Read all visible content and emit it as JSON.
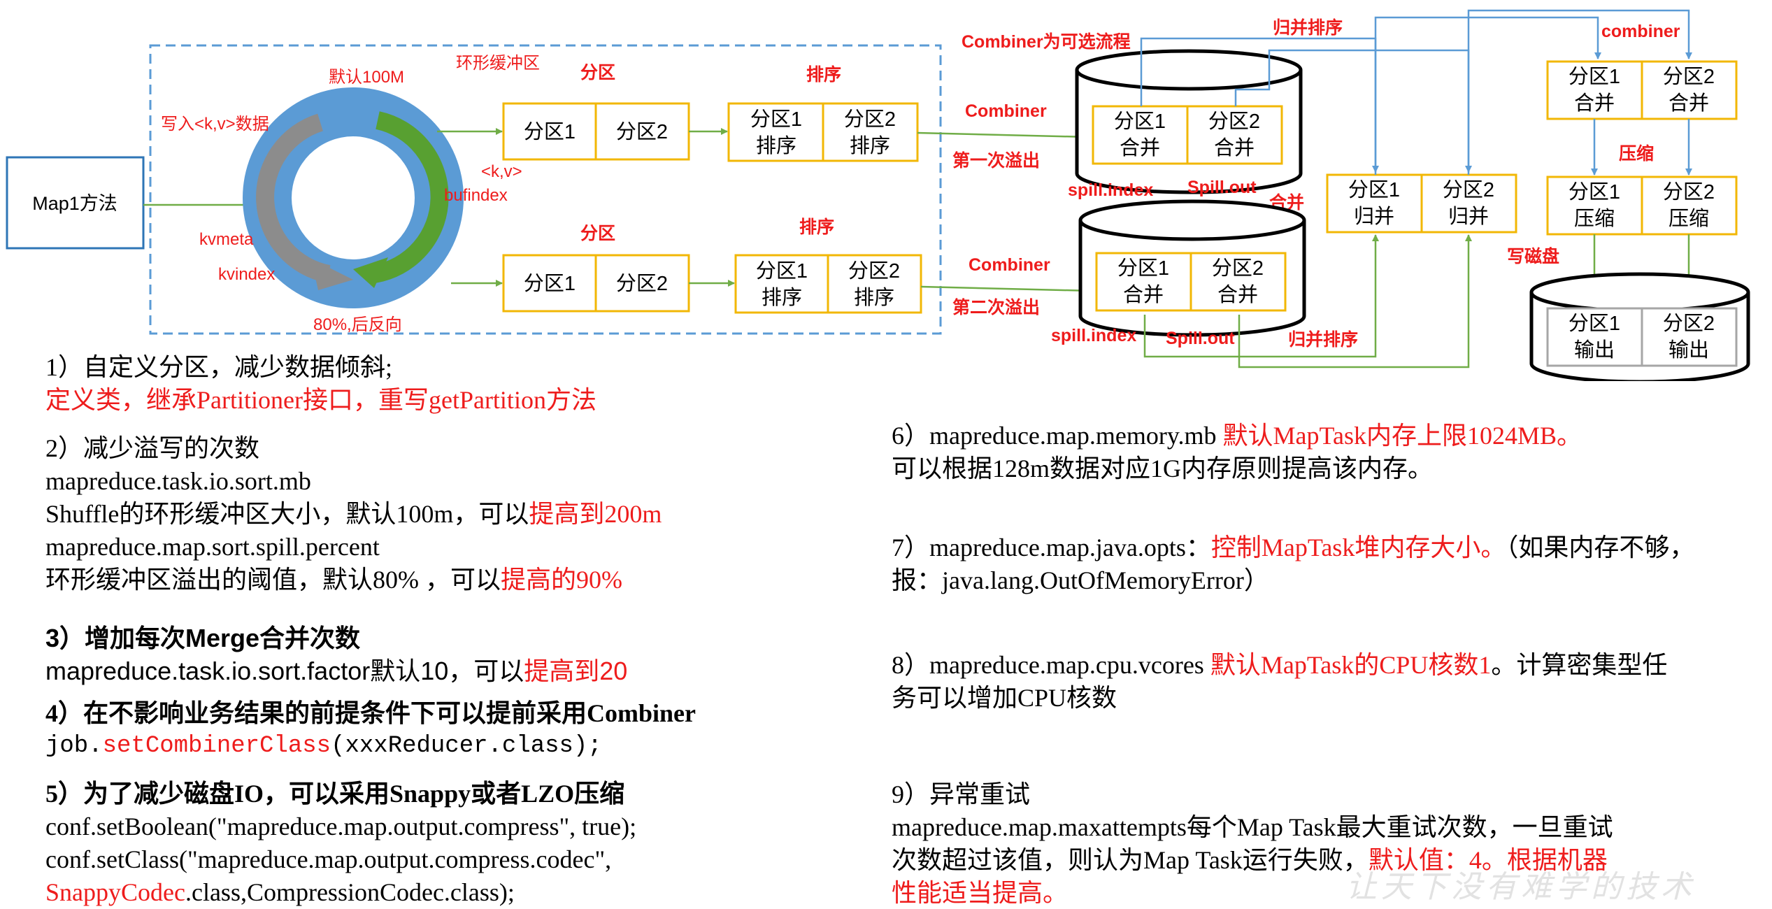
{
  "diagram": {
    "map_method": "Map1方法",
    "write_kv": "写入<k,v>数据",
    "default_100m": "默认100M",
    "ring_buffer": "环形缓冲区",
    "kvmeta": "kvmeta",
    "kvindex": "kvindex",
    "kv_label": "<k,v>",
    "bufindex": "bufindex",
    "pct_reverse": "80%,后反向",
    "partition": "分区",
    "sort": "排序",
    "p1": "分区1",
    "p2": "分区2",
    "sort_line2": "排序",
    "merge_line2": "合并",
    "guibing_line2": "归并",
    "compress_line2": "压缩",
    "output_line2": "输出",
    "combiner_optional": "Combiner为可选流程",
    "combiner": "Combiner",
    "first_spill": "第一次溢出",
    "second_spill": "第二次溢出",
    "spill_index": "spill.index",
    "spill_out1": "Spill.out",
    "spill_index2": "spill.index",
    "spill_out2": "Spill.out",
    "merge": "合并",
    "merge_sort_top": "归并排序",
    "merge_sort_bottom": "归并排序",
    "combiner_lower": "combiner",
    "compress": "压缩",
    "write_disk": "写磁盘"
  },
  "notes": {
    "n1_title": "1）自定义分区，减少数据倾斜;",
    "n1_red": "定义类，继承Partitioner接口，重写getPartition方法",
    "n2_title": "2）减少溢写的次数",
    "n2_l1": "mapreduce.task.io.sort.mb",
    "n2_l2a": "Shuffle的环形缓冲区大小，默认100m，可以",
    "n2_l2b": "提高到200m",
    "n2_l3": "mapreduce.map.sort.spill.percent",
    "n2_l4a": "环形缓冲区溢出的阈值，默认80% ，可以",
    "n2_l4b": "提高的90%",
    "n3_title": "3）增加每次Merge合并次数",
    "n3_la": "mapreduce.task.io.sort.factor默认10，可以",
    "n3_lb": "提高到20",
    "n4_title": "4）在不影响业务结果的前提条件下可以提前采用Combiner",
    "n4_a": "job.",
    "n4_b": "setCombinerClass",
    "n4_c": "(xxxReducer.class);",
    "n5_title": "5）为了减少磁盘IO，可以采用Snappy或者LZO压缩",
    "n5_l1": "conf.setBoolean(\"mapreduce.map.output.compress\", true);",
    "n5_l2": "conf.setClass(\"mapreduce.map.output.compress.codec\",",
    "n5_l3a": "SnappyCodec",
    "n5_l3b": ".class,CompressionCodec.class);",
    "n6_a": "6）mapreduce.map.memory.mb",
    "n6_b": "默认MapTask内存上限1024MB。",
    "n6_l2": "可以根据128m数据对应1G内存原则提高该内存。",
    "n7_a": "7）mapreduce.map.java.opts：",
    "n7_b": "控制MapTask堆内存大小。",
    "n7_c": "（如果内存不够，",
    "n7_l2": "报：java.lang.OutOfMemoryError）",
    "n8_a": "8）mapreduce.map.cpu.vcores",
    "n8_b": "默认MapTask的CPU核数1",
    "n8_c": "。计算密集型任",
    "n8_l2": "务可以增加CPU核数",
    "n9_title": "9）异常重试",
    "n9_l1": "mapreduce.map.maxattempts每个Map Task最大重试次数，一旦重试",
    "n9_l2a": "次数超过该值，则认为Map Task运行失败，",
    "n9_l2b": "默认值：4。根据机器",
    "n9_l3": "性能适当提高。"
  },
  "watermark": "让天下没有难学的技术",
  "colors": {
    "red": "#ee1c1c",
    "box_border": "#f2b705",
    "arrow_green": "#70ad47",
    "arrow_blue": "#5b9bd5",
    "ring_blue": "#5b9bd5",
    "map_box": "#2e75b6"
  }
}
